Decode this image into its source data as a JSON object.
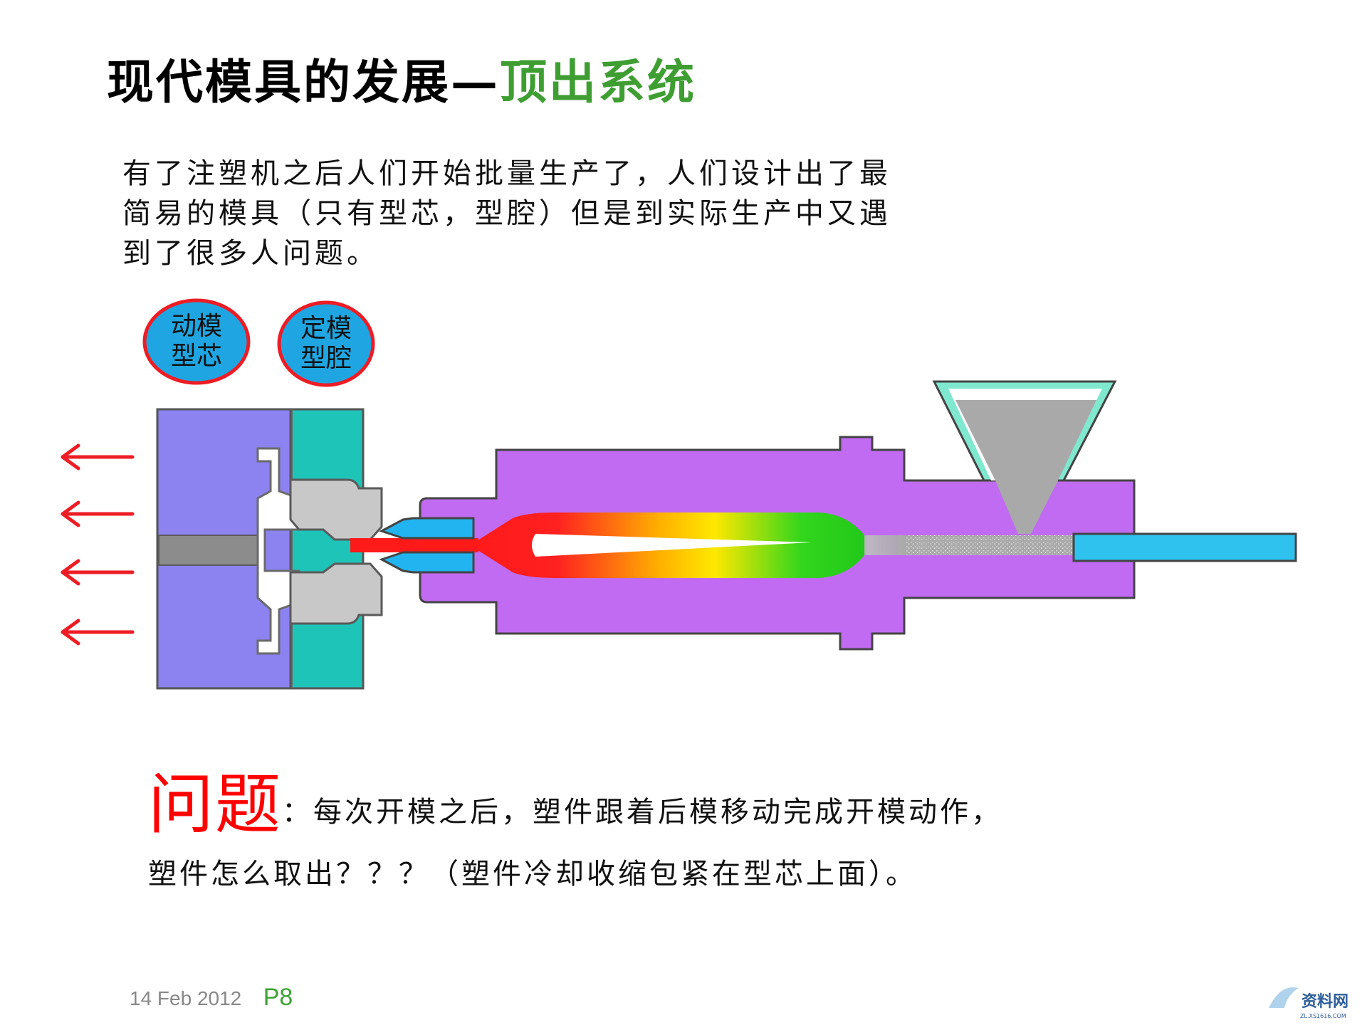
{
  "title": {
    "main": "现代模具的发展",
    "dash": "—",
    "accent": "顶出系统"
  },
  "intro": {
    "lines": [
      "有了注塑机之后人们开始批量生产了，人们设计出了最",
      "简易的模具（只有型芯，型腔）但是到实际生产中又遇",
      "到了很多人问题。"
    ]
  },
  "diagram": {
    "labels": {
      "moving_mold": [
        "动模",
        "型芯"
      ],
      "fixed_mold": [
        "定模",
        "型腔"
      ]
    },
    "colors": {
      "moving_plate": "#8c82f0",
      "fixed_plate": "#1fc4b8",
      "barrel": "#c06bf2",
      "nozzle": "#22b4f0",
      "label_fill": "#1fa6e2",
      "label_border": "#ee1c24",
      "arrow": "#ee1c24",
      "melt_hot": "#ff1a1a",
      "melt_mid": "#ffe600",
      "melt_cool": "#22d41a",
      "hopper_material": "#a9a9a9",
      "hopper_rim": "#7fe8cf"
    }
  },
  "question": {
    "big": "问题",
    "line1": "：每次开模之后，塑件跟着后模移动完成开模动作，",
    "line2": "塑件怎么取出？？？（塑件冷却收缩包紧在型芯上面）。"
  },
  "footer": {
    "date": "14 Feb 2012",
    "page": "P8"
  },
  "watermark": {
    "text": "资料网",
    "sub": "ZL.XS1616.COM"
  }
}
